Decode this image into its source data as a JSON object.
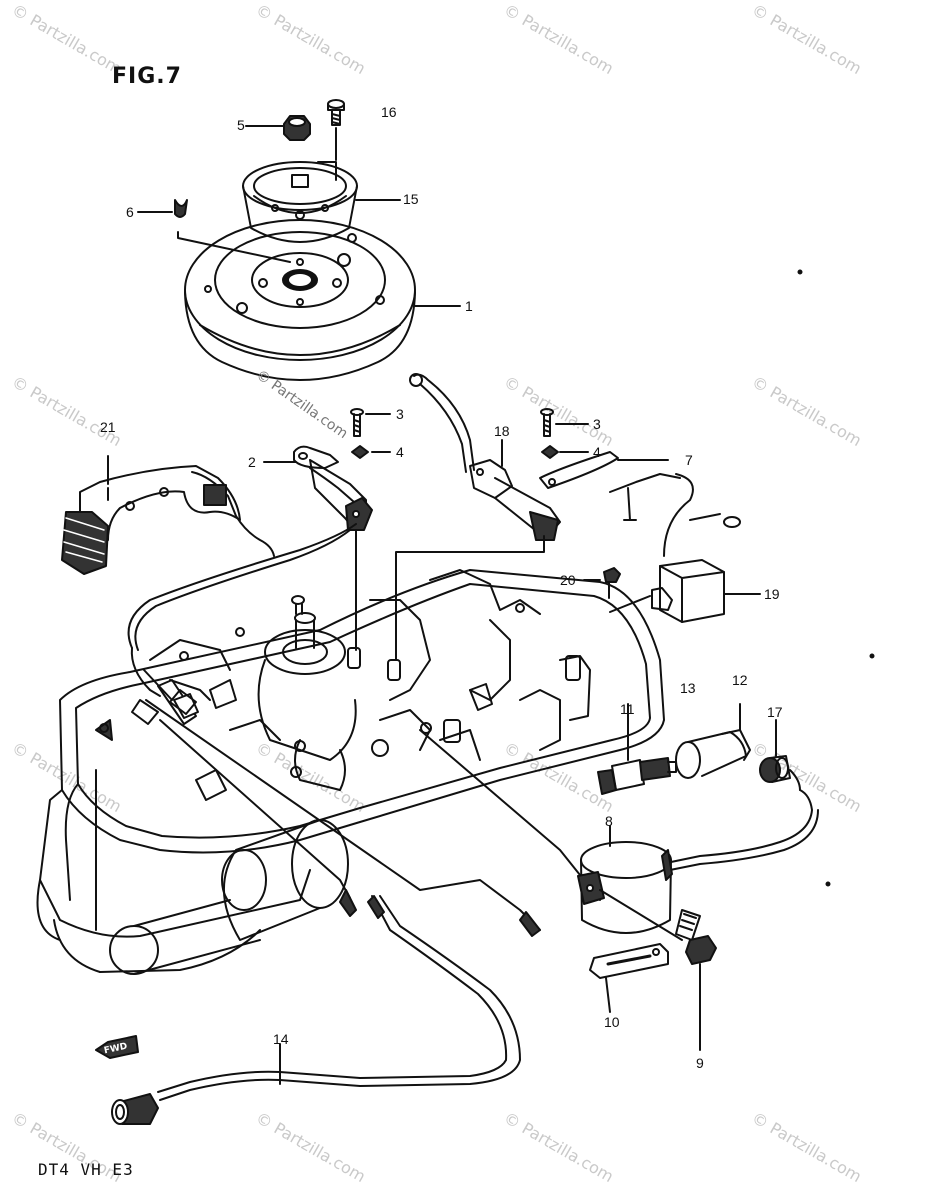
{
  "figure": {
    "title": "FIG.7",
    "model_code": "DT4 VH E3"
  },
  "watermark": {
    "text": "© Partzilla.com"
  },
  "fwd_label": "FWD",
  "callouts": {
    "p1": "1",
    "p2": "2",
    "p3a": "3",
    "p3b": "3",
    "p4a": "4",
    "p4b": "4",
    "p5": "5",
    "p6": "6",
    "p7": "7",
    "p8": "8",
    "p9": "9",
    "p10": "10",
    "p11": "11",
    "p12": "12",
    "p13": "13",
    "p14": "14",
    "p15": "15",
    "p16": "16",
    "p17": "17",
    "p18": "18",
    "p19": "19",
    "p20": "20",
    "p21": "21"
  }
}
